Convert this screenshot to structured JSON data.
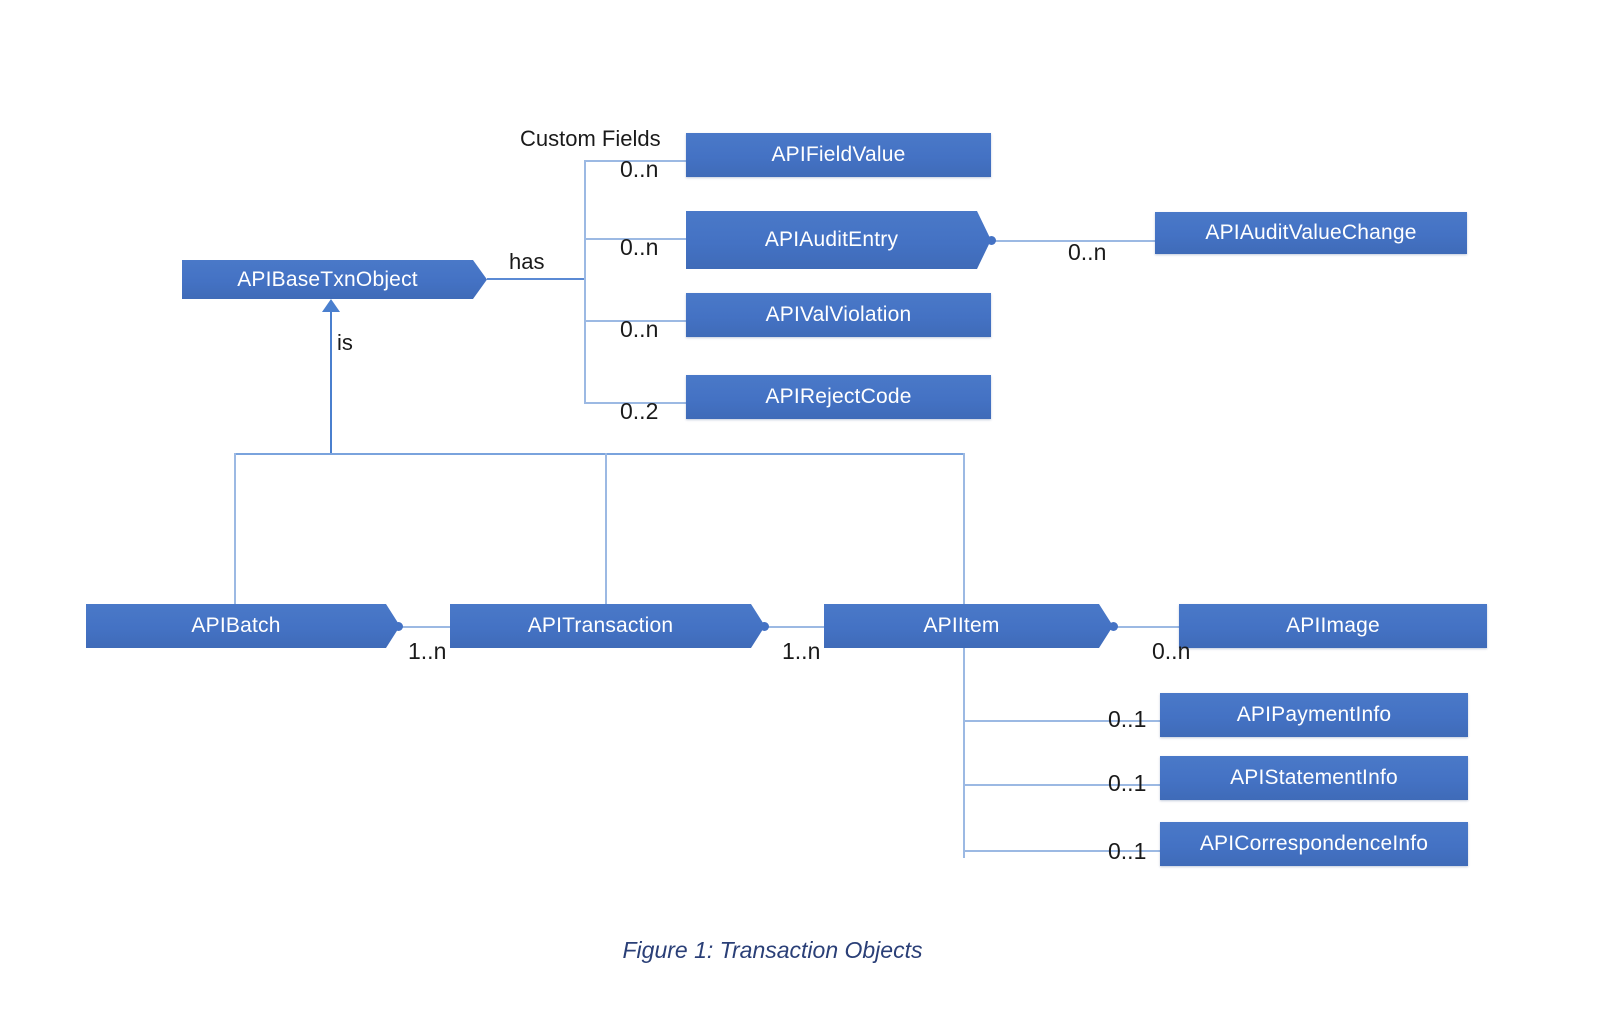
{
  "figure": {
    "caption": "Figure 1: Transaction Objects",
    "background_color": "#ffffff",
    "box_color": "#4472C4",
    "box_text_color": "#ffffff",
    "connector_color": "#9cb9e3",
    "caption_color": "#2a3f77"
  },
  "nodes": {
    "base": {
      "label": "APIBaseTxnObject"
    },
    "field_value": {
      "label": "APIFieldValue"
    },
    "audit_entry": {
      "label": "APIAuditEntry"
    },
    "audit_value_change": {
      "label": "APIAuditValueChange"
    },
    "val_violation": {
      "label": "APIValViolation"
    },
    "reject_code": {
      "label": "APIRejectCode"
    },
    "batch": {
      "label": "APIBatch"
    },
    "transaction": {
      "label": "APITransaction"
    },
    "item": {
      "label": "APIItem"
    },
    "image": {
      "label": "APIImage"
    },
    "payment_info": {
      "label": "APIPaymentInfo"
    },
    "statement_info": {
      "label": "APIStatementInfo"
    },
    "correspondence_info": {
      "label": "APICorrespondenceInfo"
    }
  },
  "labels": {
    "custom_fields": "Custom Fields",
    "has": "has",
    "is": "is"
  },
  "multiplicities": {
    "field_value": "0..n",
    "audit_entry": "0..n",
    "audit_value_change": "0..n",
    "val_violation": "0..n",
    "reject_code": "0..2",
    "batch_transaction": "1..n",
    "transaction_item": "1..n",
    "item_image": "0..n",
    "payment_info": "0..1",
    "statement_info": "0..1",
    "correspondence_info": "0..1"
  }
}
